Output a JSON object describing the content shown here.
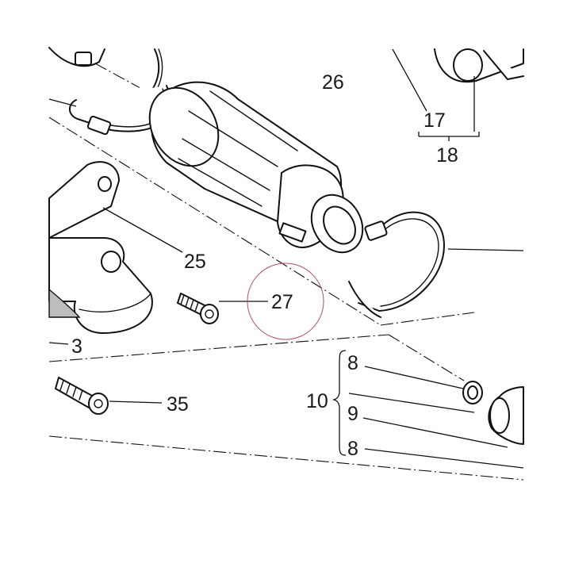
{
  "labels": {
    "l26": "26",
    "l17": "17",
    "l18": "18",
    "l25": "25",
    "l27": "27",
    "l3": "3",
    "l35": "35",
    "l8a": "8",
    "l10": "10",
    "l9": "9",
    "l8b": "8"
  },
  "colors": {
    "ink": "#111111",
    "shading": "#bdbdbd",
    "highlight_circle": "#b05060"
  },
  "highlighted_part": "27"
}
